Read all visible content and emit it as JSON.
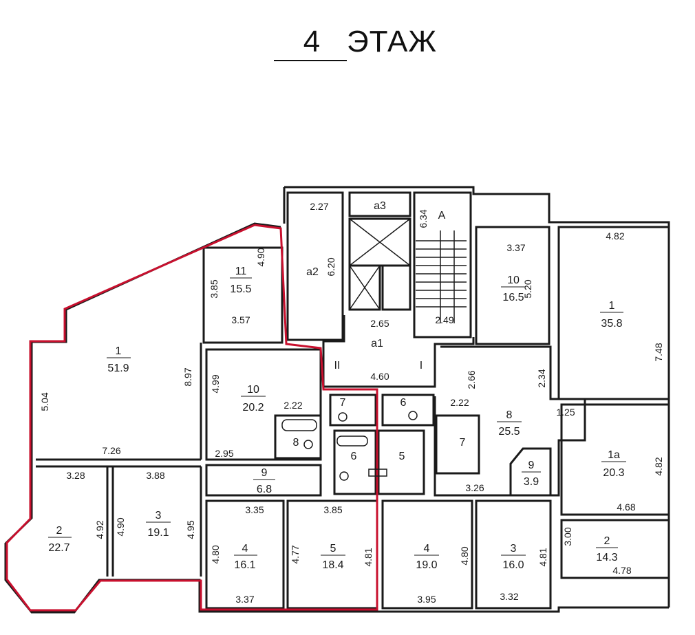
{
  "title": {
    "number": "4",
    "word": "ЭТАЖ"
  },
  "rooms": {
    "r11_num": "11",
    "r11_area": "15.5",
    "l1_num": "1",
    "l1_area": "51.9",
    "l10_num": "10",
    "l10_area": "20.2",
    "l8_num": "8",
    "l7_num": "7",
    "l9_num": "9",
    "l9_area": "6.8",
    "l2_num": "2",
    "l2_area": "22.7",
    "l3_num": "3",
    "l3_area": "19.1",
    "l4_num": "4",
    "l4_area": "16.1",
    "l5_num": "5",
    "l5_area": "18.4",
    "c6_num": "6",
    "c5_num": "5",
    "c6b_num": "6",
    "a1": "a1",
    "a2": "a2",
    "a3": "a3",
    "A": "A",
    "roman2": "II",
    "roman1": "I",
    "r10_num": "10",
    "r10_area": "16.5",
    "r1_num": "1",
    "r1_area": "35.8",
    "r8_num": "8",
    "r8_area": "25.5",
    "r7_num": "7",
    "r9_num": "9",
    "r9_area": "3.9",
    "r1a_num": "1a",
    "r1a_area": "20.3",
    "r2_num": "2",
    "r2_area": "14.3",
    "r4_num": "4",
    "r4_area": "19.0",
    "r3_num": "3",
    "r3_area": "16.0"
  },
  "dims": {
    "d227": "2.27",
    "d634": "6.34",
    "d620": "6.20",
    "d490": "4.90",
    "d385": "3.85",
    "d357": "3.57",
    "d265": "2.65",
    "d249": "2.49",
    "d460": "4.60",
    "d337a": "3.37",
    "d520": "5.20",
    "d482a": "4.82",
    "d748": "7.48",
    "d897": "8.97",
    "d499": "4.99",
    "d504": "5.04",
    "d222a": "2.22",
    "d222b": "2.22",
    "d266": "2.66",
    "d234": "2.34",
    "d125": "1.25",
    "d726": "7.26",
    "d295": "2.95",
    "d326": "3.26",
    "d328": "3.28",
    "d388": "3.88",
    "d492": "4.92",
    "d490b": "4.90",
    "d495": "4.95",
    "d335": "3.35",
    "d385b": "3.85",
    "d480a": "4.80",
    "d477": "4.77",
    "d481a": "4.81",
    "d337b": "3.37",
    "d480b": "4.80",
    "d481b": "4.81",
    "d395": "3.95",
    "d332": "3.32",
    "d468": "4.68",
    "d482b": "4.82",
    "d300": "3.00",
    "d478": "4.78"
  }
}
